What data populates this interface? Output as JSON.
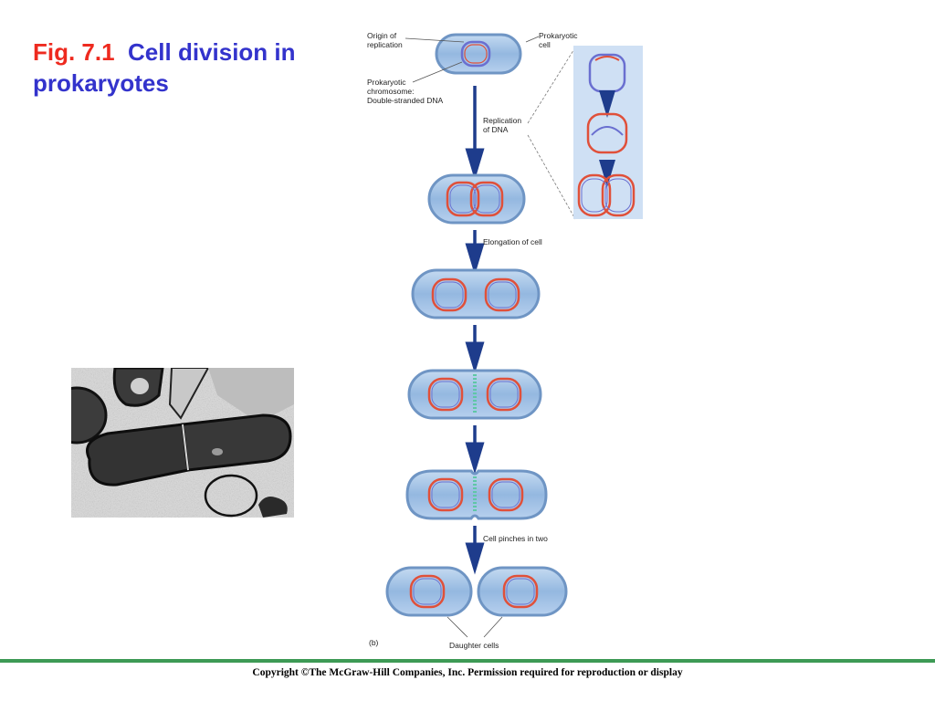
{
  "title": {
    "figure_number": "Fig. 7.1",
    "text": "Cell division in prokaryotes"
  },
  "diagram": {
    "labels": {
      "origin_of_replication": [
        "Origin of",
        "replication"
      ],
      "prokaryotic_cell": [
        "Prokaryotic",
        "cell"
      ],
      "prokaryotic_chromosome": [
        "Prokaryotic",
        "chromosome:",
        "Double-stranded DNA"
      ],
      "replication_of_dna": [
        "Replication",
        "of DNA"
      ],
      "elongation_of_cell": "Elongation of cell",
      "cell_pinches_in_two": "Cell pinches in two",
      "daughter_cells": "Daughter cells",
      "panel_letter": "(b)"
    },
    "colors": {
      "cell_fill": "#a9c8e8",
      "cell_border": "#6f95c4",
      "dna_red": "#e0503a",
      "dna_blue": "#6a6fd0",
      "arrow": "#1e3c8c",
      "septum": "#5fc7a6",
      "inset_bg": "#cfe0f4"
    }
  },
  "footer": {
    "copyright": "Copyright ©The McGraw-Hill Companies, Inc. Permission required for reproduction or display",
    "rule_color": "#3d9a55"
  },
  "micrograph": {
    "description_icon": "electron-micrograph-dividing-bacterium"
  }
}
